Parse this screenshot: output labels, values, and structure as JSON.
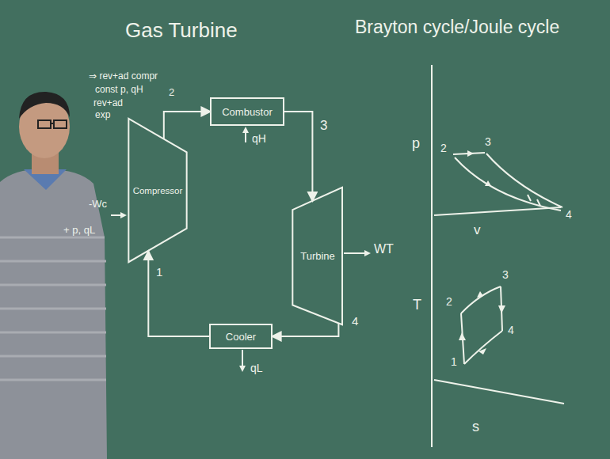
{
  "diagram": {
    "title": "Gas Turbine",
    "nodes": [
      {
        "text": [
          "Compressor"
        ]
      },
      {
        "text": [
          "Combustor"
        ]
      },
      {
        "text": [
          "Turbine"
        ]
      },
      {
        "text": [
          "Cooler"
        ]
      }
    ],
    "edges": [
      {
        "from": 0,
        "to": 1,
        "arrow": "to"
      },
      {
        "from": 1,
        "to": 2,
        "arrow": "to"
      },
      {
        "from": 2,
        "to": 3,
        "arrow": "to"
      },
      {
        "from": 3,
        "to": 0,
        "arrow": "to"
      }
    ],
    "labels": [
      "Brayton cycle/Joule cycle",
      "⇒ rev+ad compr",
      "const p, qH",
      "rev+ad",
      "exp",
      "-Wc",
      "+ p, qL",
      "2",
      "3",
      "qH",
      "WT",
      "4",
      "qL",
      "1",
      "p",
      "v",
      "2",
      "3",
      "4",
      "T",
      "s",
      "2",
      "3",
      "4",
      "1"
    ]
  }
}
